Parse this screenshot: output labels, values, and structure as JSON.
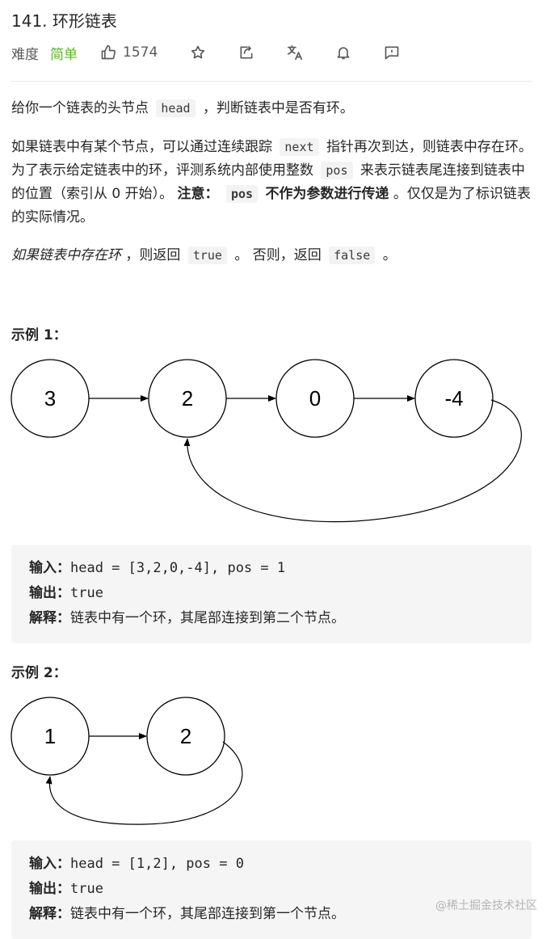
{
  "problem": {
    "title": "141. 环形链表",
    "difficulty_label": "难度",
    "difficulty": "简单",
    "likes": "1574"
  },
  "description": {
    "p1_a": "给你一个链表的头节点",
    "p1_code": "head",
    "p1_b": "，判断链表中是否有环。",
    "p2_a": "如果链表中有某个节点，可以通过连续跟踪",
    "p2_code1": "next",
    "p2_b": "指针再次到达，则链表中存在环。 为了表示给定链表中的环，评测系统内部使用整数",
    "p2_code2": "pos",
    "p2_c": "来表示链表尾连接到链表中的位置（索引从 0 开始）。",
    "p2_note": "注意：",
    "p2_code3": "pos",
    "p2_d": "不作为参数进行传递",
    "p2_e": "。仅仅是为了标识链表的实际情况。",
    "p3_a": "如果链表中存在环",
    "p3_b": "，则返回",
    "p3_code1": "true",
    "p3_c": "。 否则，返回",
    "p3_code2": "false",
    "p3_d": "。"
  },
  "example1": {
    "title": "示例 1：",
    "nodes": [
      "3",
      "2",
      "0",
      "-4"
    ],
    "input_label": "输入：",
    "input_value": "head = [3,2,0,-4], pos = 1",
    "output_label": "输出：",
    "output_value": "true",
    "explain_label": "解释：",
    "explain_value": "链表中有一个环，其尾部连接到第二个节点。"
  },
  "example2": {
    "title": "示例 2：",
    "nodes": [
      "1",
      "2"
    ],
    "input_label": "输入：",
    "input_value": "head = [1,2], pos = 0",
    "output_label": "输出：",
    "output_value": "true",
    "explain_label": "解释：",
    "explain_value": "链表中有一个环，其尾部连接到第一个节点。"
  },
  "watermark": "@稀土掘金技术社区",
  "icons": [
    "thumbs-up-icon",
    "star-icon",
    "share-icon",
    "translate-icon",
    "bell-icon",
    "feedback-icon"
  ],
  "colors": {
    "easy": "#5ab726",
    "code_bg": "#f3f3f3",
    "example_bg": "#f5f5f5"
  }
}
